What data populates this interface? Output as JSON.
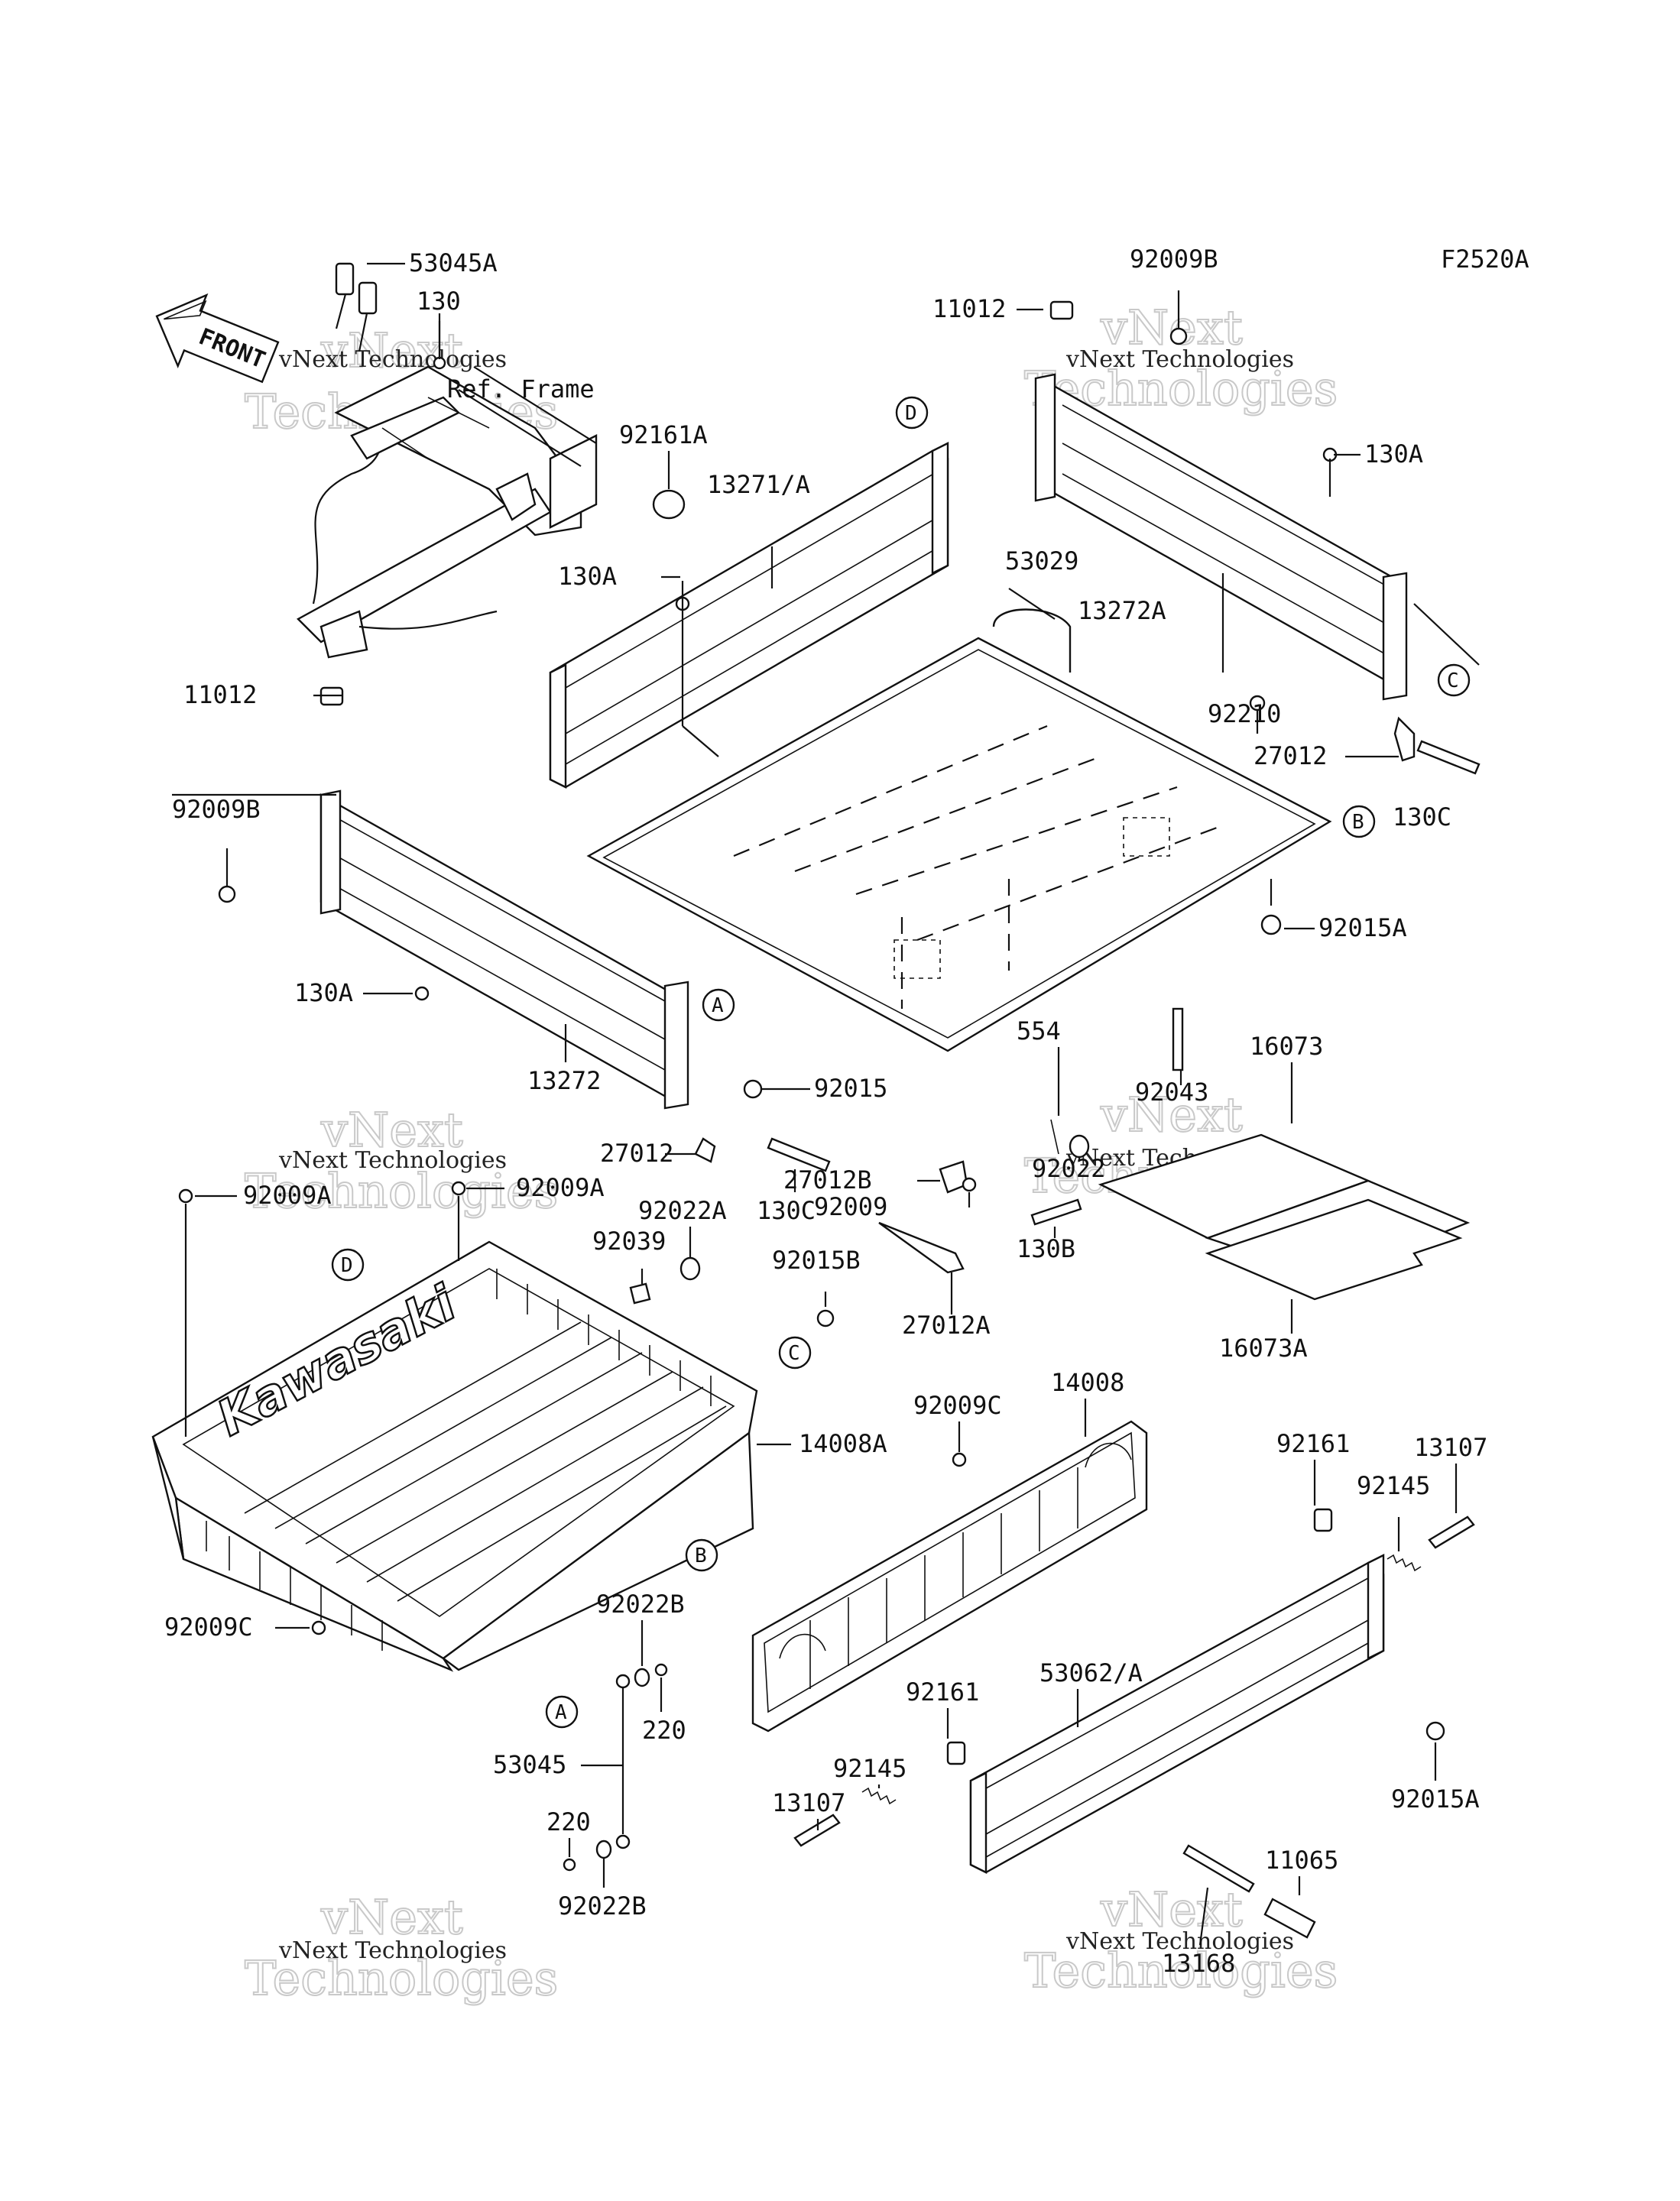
{
  "figure_code": "F2520A",
  "front_label": "FRONT",
  "frame_label": "Ref. Frame",
  "watermark": {
    "line1": "vNext",
    "line2": "Technologies",
    "small": "vNext Technologies"
  },
  "labels": {
    "p53045A": "53045A",
    "p130": "130",
    "p92161A": "92161A",
    "p13271A": "13271/A",
    "p130A_1": "130A",
    "p53029": "53029",
    "p11012_top": "11012",
    "p92009B_top": "92009B",
    "p130A_2": "130A",
    "p13272A": "13272A",
    "p92210": "92210",
    "p27012_r": "27012",
    "p130C_r": "130C",
    "p92015A_1": "92015A",
    "p11012_left": "11012",
    "p92009B_left": "92009B",
    "p130A_3": "130A",
    "p13272": "13272",
    "p92015": "92015",
    "p27012_l": "27012",
    "p27012B": "27012B",
    "p92009": "92009",
    "p130C_l": "130C",
    "p554": "554",
    "p92043": "92043",
    "p16073": "16073",
    "p92022": "92022",
    "p130B": "130B",
    "p16073A": "16073A",
    "p92015B": "92015B",
    "p27012A": "27012A",
    "p92009A_1": "92009A",
    "p92009A_2": "92009A",
    "p92022A": "92022A",
    "p92039": "92039",
    "p14008A": "14008A",
    "p92009C_1": "92009C",
    "p14008": "14008",
    "p92161_1": "92161",
    "p13107_1": "13107",
    "p92145_1": "92145",
    "p92009C_2": "92009C",
    "p92022B_1": "92022B",
    "p220_1": "220",
    "p53045": "53045",
    "p220_2": "220",
    "p92022B_2": "92022B",
    "p53062A": "53062/A",
    "p92161_2": "92161",
    "p92145_2": "92145",
    "p13107_2": "13107",
    "p92015A_2": "92015A",
    "p11065": "11065",
    "p13168": "13168"
  },
  "callouts": {
    "A": "A",
    "B": "B",
    "C": "C",
    "D": "D"
  },
  "brand_text": "Kawasaki"
}
